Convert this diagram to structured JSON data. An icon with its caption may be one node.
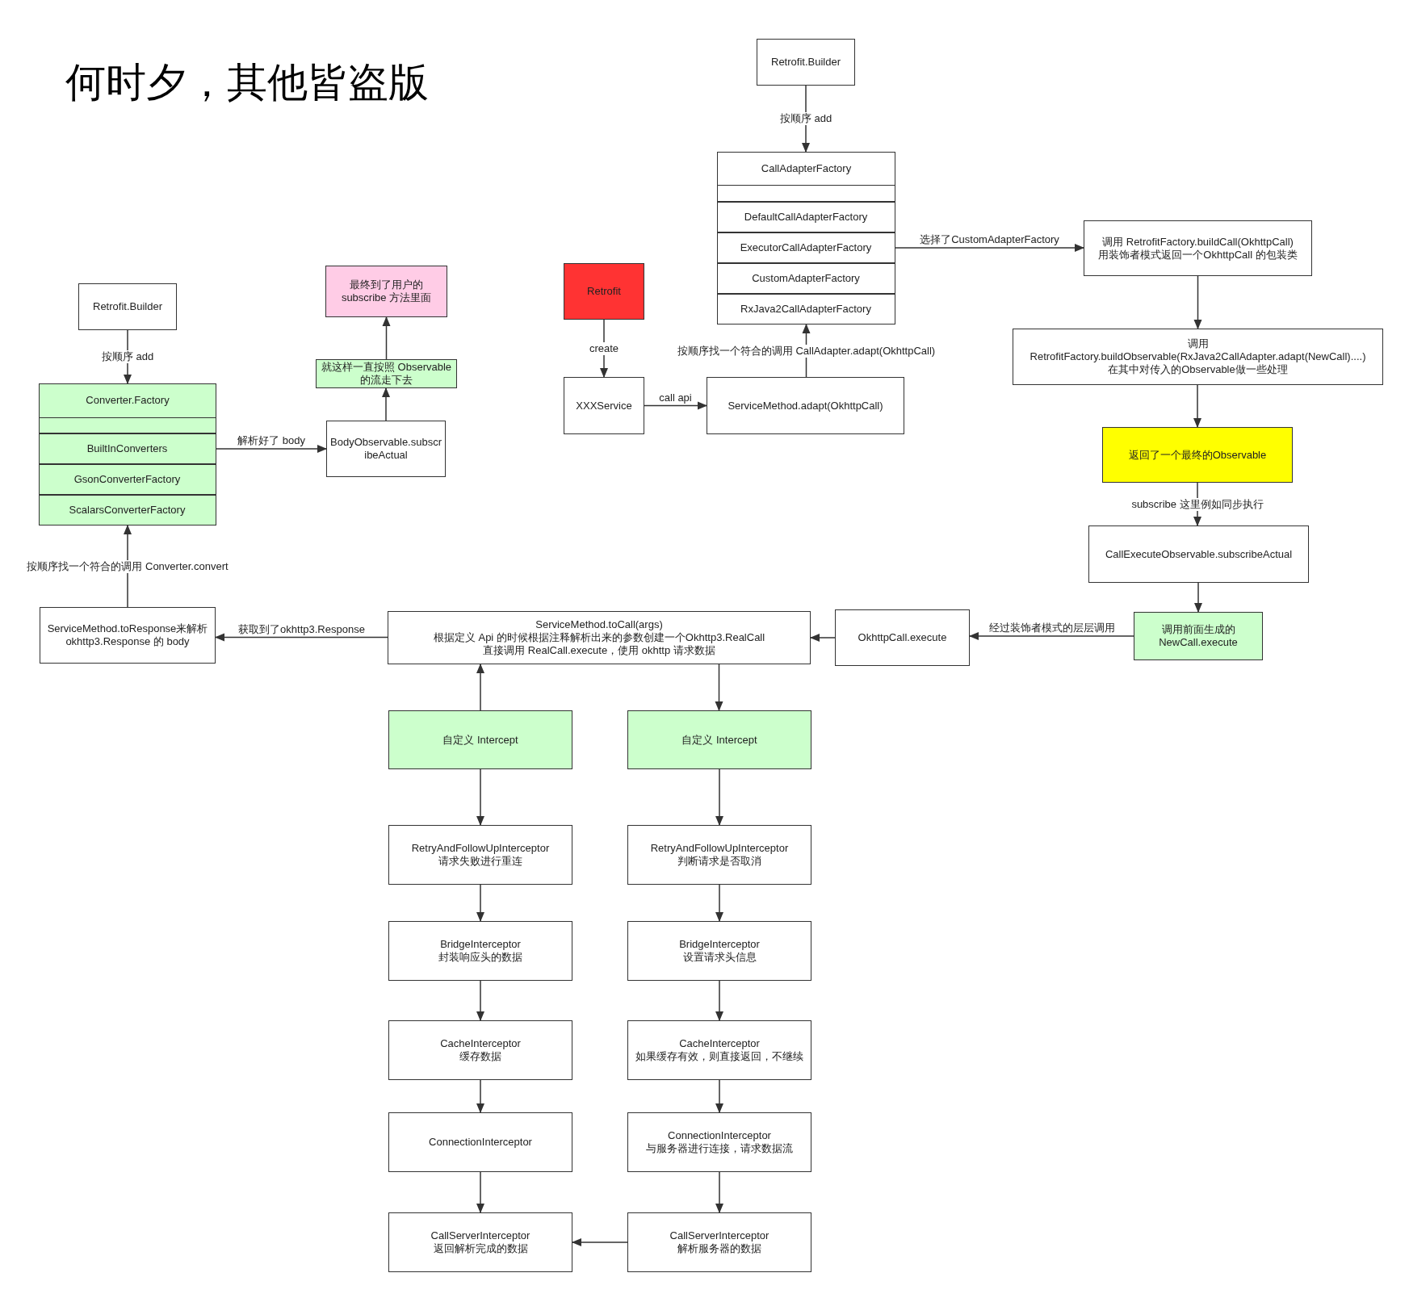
{
  "diagram": {
    "title": "何时夕，其他皆盗版",
    "nodes": [
      {
        "text": [
          "Retrofit.Builder"
        ]
      },
      {
        "text": [
          "CallAdapterFactory"
        ]
      },
      {
        "text": [],
        "shape": "box",
        "in": 1
      },
      {
        "text": [
          "DefaultCallAdapterFactory"
        ],
        "in": 1
      },
      {
        "text": [
          "ExecutorCallAdapterFactory"
        ],
        "in": 1
      },
      {
        "text": [
          "CustomAdapterFactory"
        ],
        "in": 1
      },
      {
        "text": [
          "RxJava2CallAdapterFactory"
        ],
        "in": 1
      },
      {
        "text": [
          "调用 RetrofitFactory.buildCall(OkhttpCall)",
          "用装饰者模式返回一个OkhttpCall 的包装类"
        ]
      },
      {
        "text": [
          "调用",
          "RetrofitFactory.buildObservable(RxJava2CallAdapter.adapt(NewCall)....)",
          "在其中对传入的Observable做一些处理"
        ]
      },
      {
        "text": [
          "返回了一个最终的Observable"
        ]
      },
      {
        "text": [
          "CallExecuteObservable.subscribeActual"
        ]
      },
      {
        "text": [
          "调用前面生成的 NewCall.execute"
        ]
      },
      {
        "text": [
          "OkhttpCall.execute"
        ]
      },
      {
        "text": [
          "ServiceMethod.toCall(args)",
          "根据定义 Api 的时候根据注释解析出来的参数创建一个Okhttp3.RealCall",
          "直接调用 RealCall.execute，使用 okhttp 请求数据"
        ]
      },
      {
        "text": [
          "ServiceMethod.toResponse来解析okhttp3.Response 的 body"
        ]
      },
      {
        "text": [
          "Converter.Factory"
        ]
      },
      {
        "text": [],
        "shape": "box",
        "in": 15
      },
      {
        "text": [
          "BuiltInConverters"
        ],
        "in": 15
      },
      {
        "text": [
          "GsonConverterFactory"
        ],
        "in": 15
      },
      {
        "text": [
          "ScalarsConverterFactory"
        ],
        "in": 15
      },
      {
        "text": [
          "Retrofit.Builder"
        ]
      },
      {
        "text": [
          "BodyObservable.subscribeActual"
        ]
      },
      {
        "text": [
          "就这样一直按照 Observable 的流走下去"
        ]
      },
      {
        "text": [
          "最终到了用户的 subscribe 方法里面"
        ]
      },
      {
        "text": [
          "Retrofit"
        ]
      },
      {
        "text": [
          "XXXService"
        ]
      },
      {
        "text": [
          "ServiceMethod.adapt(OkhttpCall)"
        ]
      },
      {
        "text": [
          "自定义 Intercept"
        ]
      },
      {
        "text": [
          "自定义 Intercept"
        ]
      },
      {
        "text": [
          "RetryAndFollowUpInterceptor",
          "请求失败进行重连"
        ]
      },
      {
        "text": [
          "RetryAndFollowUpInterceptor",
          "判断请求是否取消"
        ]
      },
      {
        "text": [
          "BridgeInterceptor",
          "封装响应头的数据"
        ]
      },
      {
        "text": [
          "BridgeInterceptor",
          "设置请求头信息"
        ]
      },
      {
        "text": [
          "CacheInterceptor",
          "缓存数据"
        ]
      },
      {
        "text": [
          "CacheInterceptor",
          "如果缓存有效，则直接返回，不继续"
        ]
      },
      {
        "text": [
          "ConnectionInterceptor"
        ]
      },
      {
        "text": [
          "ConnectionInterceptor",
          "与服务器进行连接，请求数据流"
        ]
      },
      {
        "text": [
          "CallServerInterceptor",
          "返回解析完成的数据"
        ]
      },
      {
        "text": [
          "CallServerInterceptor",
          "解析服务器的数据"
        ]
      }
    ],
    "edges": [
      {
        "from": 0,
        "to": 1,
        "arrow": "to",
        "label": "按顺序 add"
      },
      {
        "from": 4,
        "to": 7,
        "arrow": "to",
        "label": "选择了CustomAdapterFactory"
      },
      {
        "from": 7,
        "to": 8,
        "arrow": "to"
      },
      {
        "from": 8,
        "to": 9,
        "arrow": "to"
      },
      {
        "from": 9,
        "to": 10,
        "arrow": "to",
        "label": "subscribe 这里例如同步执行"
      },
      {
        "from": 10,
        "to": 11,
        "arrow": "to"
      },
      {
        "from": 11,
        "to": 12,
        "arrow": "to",
        "label": "经过装饰者模式的层层调用"
      },
      {
        "from": 12,
        "to": 13,
        "arrow": "to"
      },
      {
        "from": 13,
        "to": 14,
        "arrow": "to",
        "label": "获取到了okhttp3.Response"
      },
      {
        "from": 14,
        "to": 15,
        "arrow": "to",
        "label": "按顺序找一个符合的调用 Converter.convert"
      },
      {
        "from": 20,
        "to": 15,
        "arrow": "to",
        "label": "按顺序 add"
      },
      {
        "from": 17,
        "to": 21,
        "arrow": "to",
        "label": "解析好了 body"
      },
      {
        "from": 21,
        "to": 22,
        "arrow": "to"
      },
      {
        "from": 22,
        "to": 23,
        "arrow": "to"
      },
      {
        "from": 24,
        "to": 25,
        "arrow": "to",
        "label": "create"
      },
      {
        "from": 25,
        "to": 26,
        "arrow": "to",
        "label": "call api"
      },
      {
        "from": 26,
        "to": 1,
        "arrow": "to",
        "label": "按顺序找一个符合的调用 CallAdapter.adapt(OkhttpCall)"
      },
      {
        "from": 13,
        "to": 28,
        "arrow": "to"
      },
      {
        "from": 27,
        "to": 13,
        "arrow": "to"
      },
      {
        "from": 27,
        "to": 29,
        "arrow": "to"
      },
      {
        "from": 28,
        "to": 30,
        "arrow": "to"
      },
      {
        "from": 29,
        "to": 31,
        "arrow": "to"
      },
      {
        "from": 30,
        "to": 32,
        "arrow": "to"
      },
      {
        "from": 31,
        "to": 33,
        "arrow": "to"
      },
      {
        "from": 32,
        "to": 34,
        "arrow": "to"
      },
      {
        "from": 33,
        "to": 35,
        "arrow": "to"
      },
      {
        "from": 34,
        "to": 36,
        "arrow": "to"
      },
      {
        "from": 35,
        "to": 37,
        "arrow": "to"
      },
      {
        "from": 36,
        "to": 38,
        "arrow": "to"
      },
      {
        "from": 38,
        "to": 37,
        "arrow": "to"
      }
    ]
  }
}
